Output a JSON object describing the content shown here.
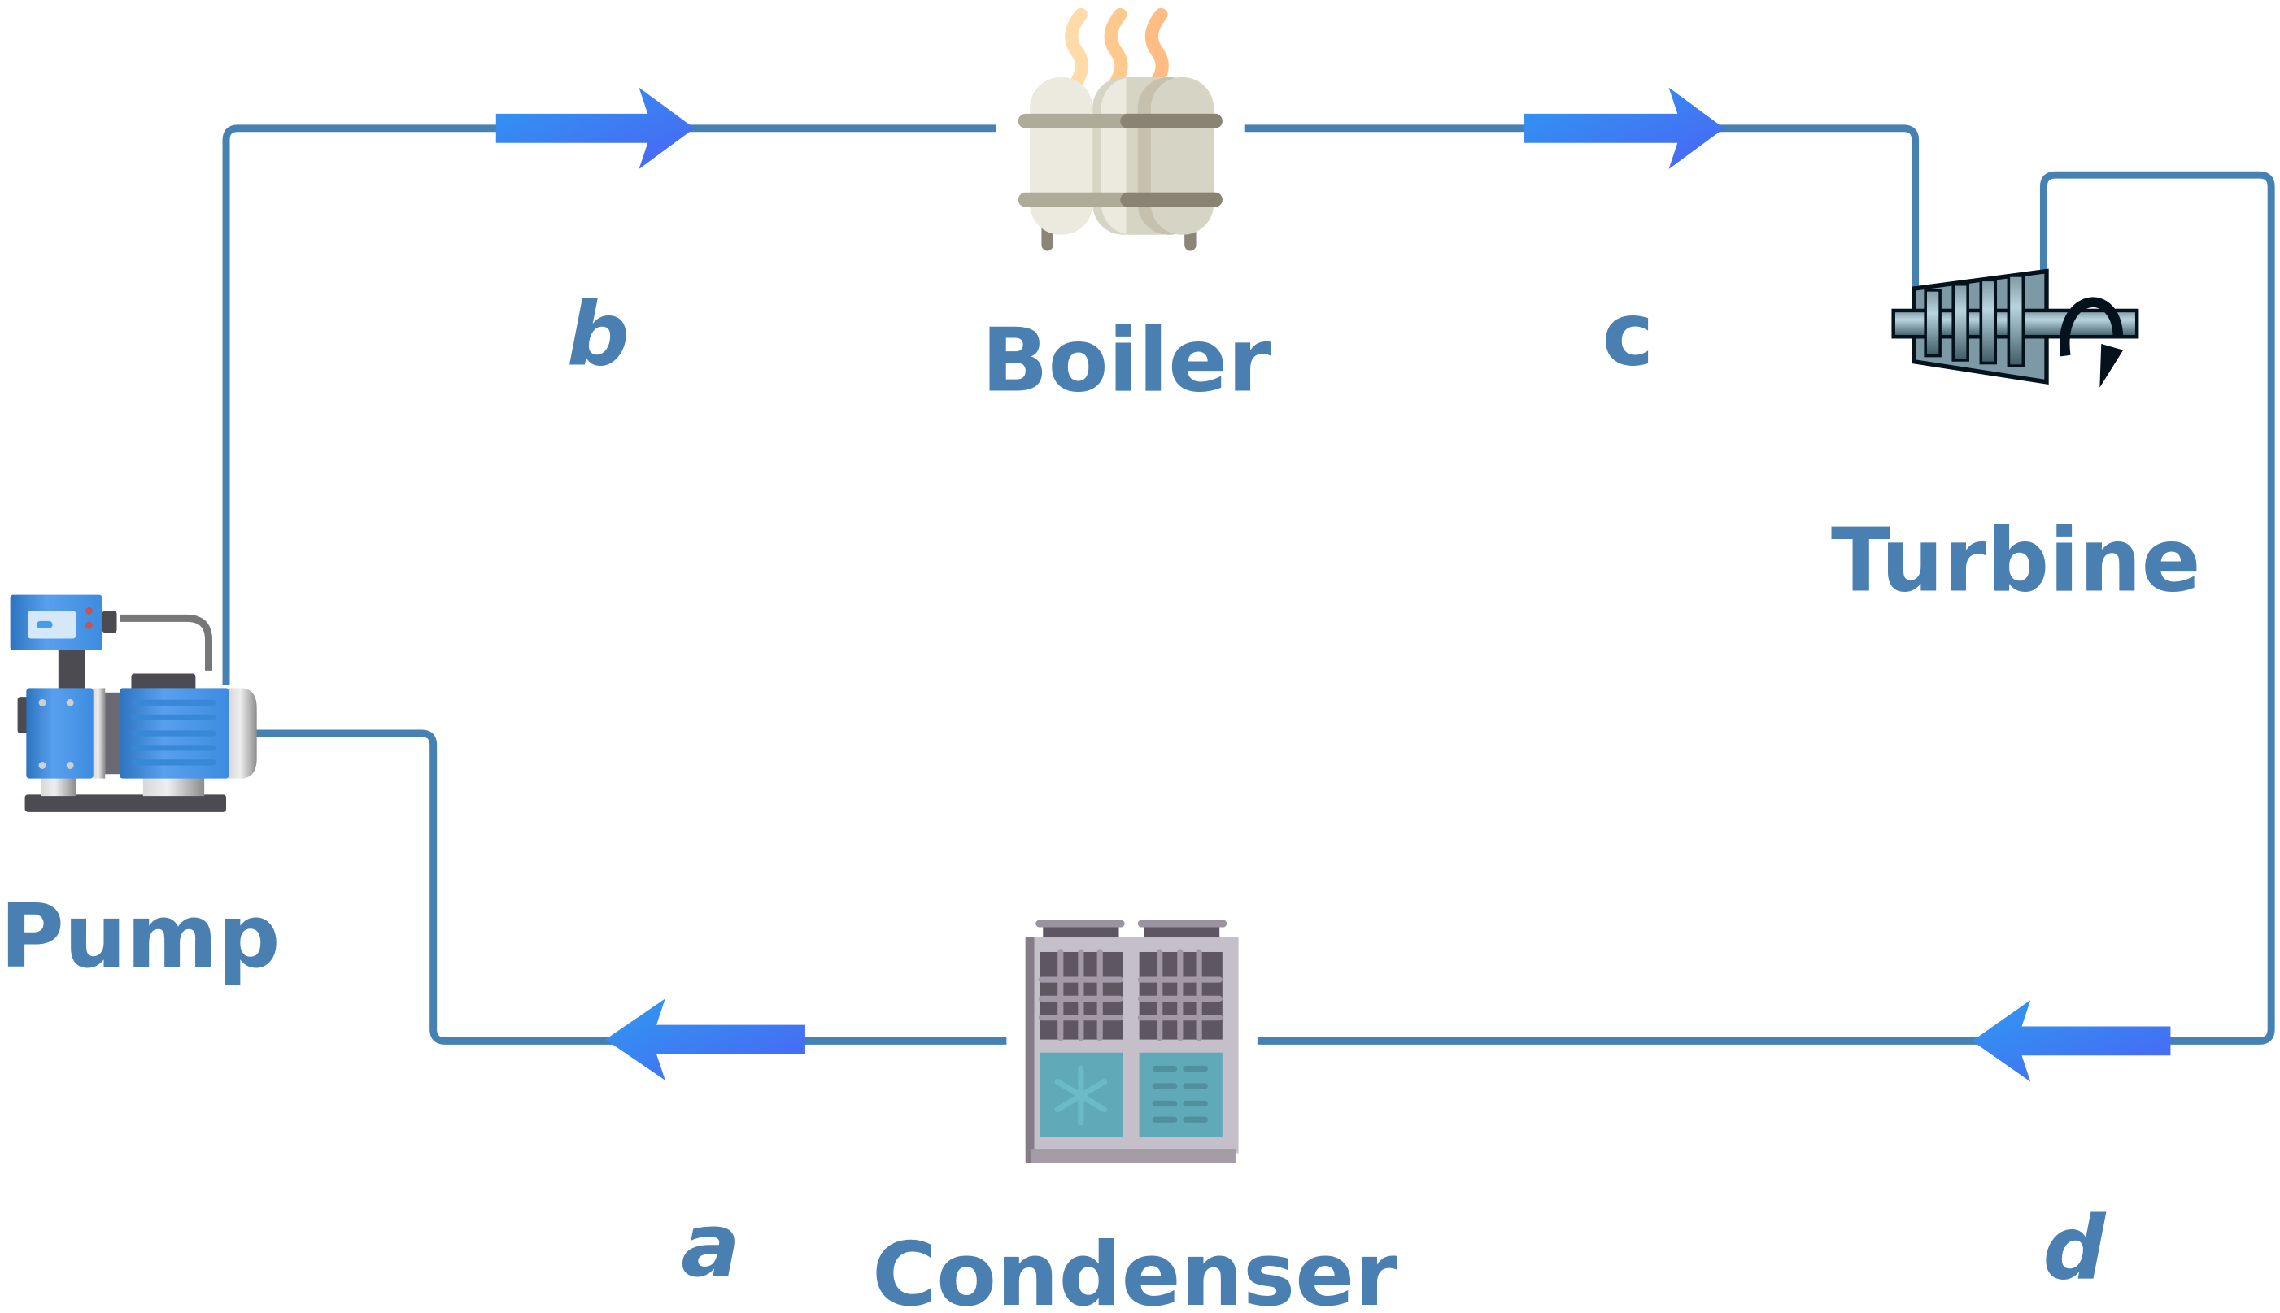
{
  "diagram": {
    "components": {
      "boiler": "Boiler",
      "turbine": "Turbine",
      "condenser": "Condenser",
      "pump": "Pump"
    },
    "states": {
      "a": "a",
      "b": "b",
      "c": "c",
      "d": "d"
    },
    "colors": {
      "pipe": "#4681b4",
      "label": "#4a7fb1",
      "arrow_start": "#2e9af0",
      "arrow_end": "#4b63f5"
    }
  }
}
